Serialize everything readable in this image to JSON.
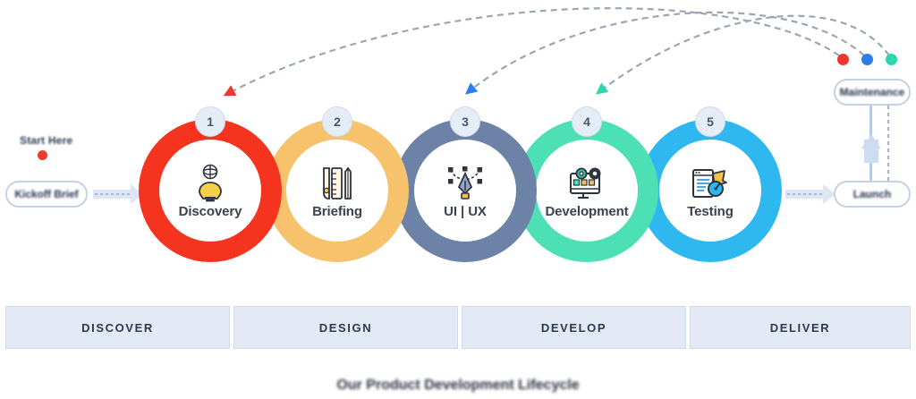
{
  "diagram": {
    "caption": "Our Product Development Lifecycle"
  },
  "entry": {
    "note_label": "Start Here",
    "note_dot_color": "#ef3b2d",
    "pill_label": "Kickoff Brief"
  },
  "exit": {
    "maintenance_label": "Maintenance",
    "launch_label": "Launch",
    "dots": [
      {
        "name": "status-dot-red",
        "color": "#ea3a2f"
      },
      {
        "name": "status-dot-blue",
        "color": "#2f7dea"
      },
      {
        "name": "status-dot-teal",
        "color": "#2ed6b0"
      }
    ]
  },
  "steps": [
    {
      "number": "1",
      "label": "Discovery",
      "icon": "lightbulb-idea-icon",
      "color": "#f4341f"
    },
    {
      "number": "2",
      "label": "Briefing",
      "icon": "ruler-pencil-icon",
      "color": "#f6c26b"
    },
    {
      "number": "3",
      "label": "UI | UX",
      "icon": "pen-tool-icon",
      "color": "#6c82a6"
    },
    {
      "number": "4",
      "label": "Development",
      "icon": "monitor-gears-icon",
      "color": "#4ee0b5"
    },
    {
      "number": "5",
      "label": "Testing",
      "icon": "checklist-gauge-icon",
      "color": "#2fb8ef"
    }
  ],
  "phases": [
    {
      "label": "DISCOVER"
    },
    {
      "label": "DESIGN"
    },
    {
      "label": "DEVELOP"
    },
    {
      "label": "DELIVER"
    }
  ],
  "feedback_arrows": [
    {
      "name": "feedback-arc-to-discovery",
      "target_step": "1",
      "arrowhead_color": "#ea3a2f"
    },
    {
      "name": "feedback-arc-to-uiux",
      "target_step": "3",
      "arrowhead_color": "#2f7dea"
    },
    {
      "name": "feedback-arc-to-development",
      "target_step": "4",
      "arrowhead_color": "#2ed6b0"
    }
  ]
}
